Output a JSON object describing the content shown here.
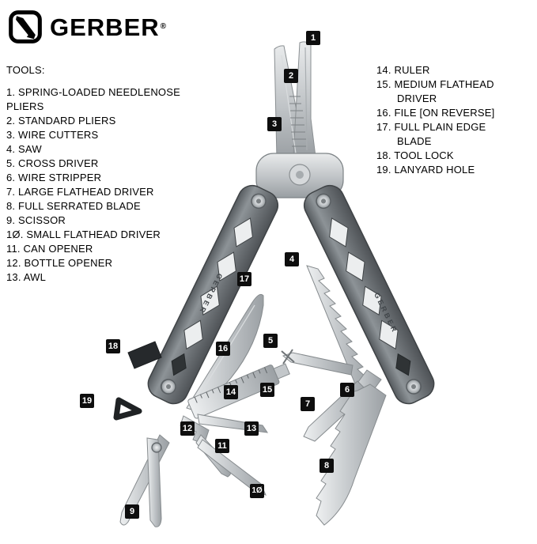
{
  "brand": {
    "name": "GERBER",
    "registered": "®"
  },
  "tools_heading": "TOOLS:",
  "tool_list_left": [
    "1. SPRING-LOADED NEEDLENOSE PLIERS",
    "2. STANDARD PLIERS",
    "3. WIRE CUTTERS",
    "4. SAW",
    "5. CROSS DRIVER",
    "6. WIRE STRIPPER",
    "7. LARGE FLATHEAD DRIVER",
    "8. FULL SERRATED BLADE",
    "9. SCISSOR",
    "1Ø. SMALL FLATHEAD DRIVER",
    "11. CAN OPENER",
    "12. BOTTLE OPENER",
    "13. AWL"
  ],
  "tool_list_right": [
    "14. RULER",
    "15. MEDIUM FLATHEAD DRIVER",
    "16. FILE [ON REVERSE]",
    "17. FULL PLAIN EDGE BLADE",
    "18. TOOL LOCK",
    "19. LANYARD HOLE"
  ],
  "callouts": [
    "1",
    "2",
    "3",
    "4",
    "5",
    "6",
    "7",
    "8",
    "9",
    "1Ø",
    "11",
    "12",
    "13",
    "14",
    "15",
    "16",
    "17",
    "18",
    "19"
  ],
  "handle_text": "GERBER",
  "colors": {
    "badge_bg": "#0e0e0e",
    "badge_text": "#ffffff",
    "steel_light": "#eef0f1",
    "steel_dark": "#9ba0a4",
    "handle_dark": "#565b5f",
    "text": "#000000"
  }
}
